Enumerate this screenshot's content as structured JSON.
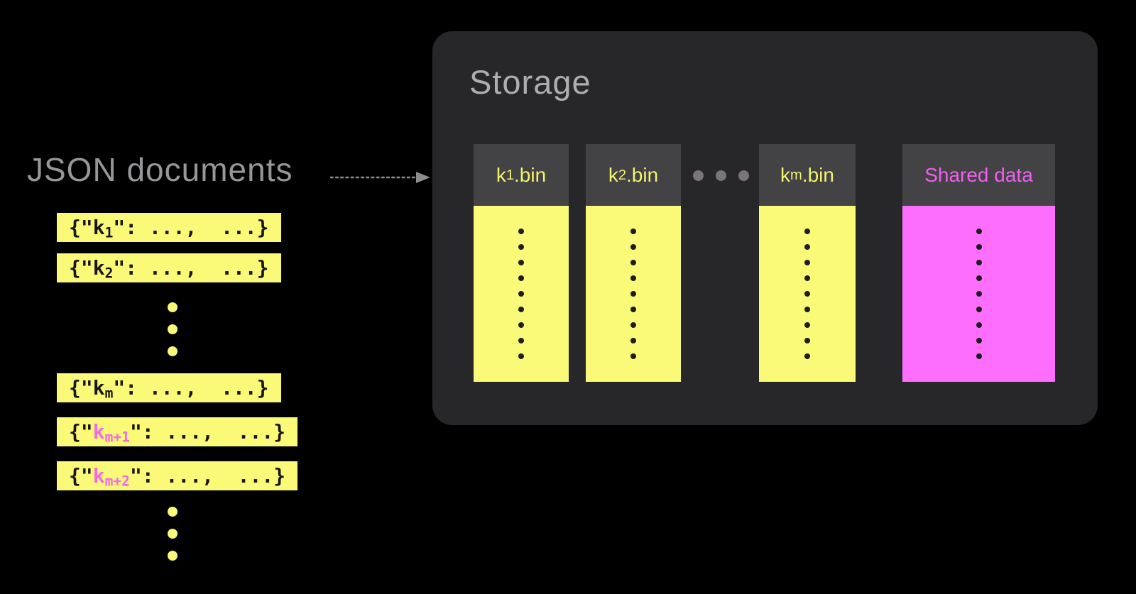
{
  "left": {
    "title": "JSON documents",
    "rows": [
      {
        "type": "doc",
        "pre": "{\"",
        "key": "k",
        "sub": "1",
        "post": "\": ...,  ...}",
        "highlight": false
      },
      {
        "type": "doc",
        "pre": "{\"",
        "key": "k",
        "sub": "2",
        "post": "\": ...,  ...}",
        "highlight": false
      },
      {
        "type": "ellipsis",
        "dots": 3
      },
      {
        "type": "doc",
        "pre": "{\"",
        "key": "k",
        "sub": "m",
        "post": "\": ...,  ...}",
        "highlight": false
      },
      {
        "type": "doc",
        "pre": "{\"",
        "key": "k",
        "sub": "m+1",
        "post": "\": ...,  ...}",
        "highlight": true
      },
      {
        "type": "doc",
        "pre": "{\"",
        "key": "k",
        "sub": "m+2",
        "post": "\": ...,  ...}",
        "highlight": true
      },
      {
        "type": "ellipsis",
        "dots": 3
      }
    ]
  },
  "arrow": {
    "from": "JSON documents",
    "to": "Storage",
    "style": "dotted",
    "direction": "right"
  },
  "storage": {
    "title": "Storage",
    "columns": [
      {
        "kind": "bin",
        "base": "k",
        "sub": "1",
        "ext": ".bin",
        "record_dots": 9
      },
      {
        "kind": "bin",
        "base": "k",
        "sub": "2",
        "ext": ".bin",
        "record_dots": 9
      },
      {
        "kind": "ellipsis",
        "dots": 3
      },
      {
        "kind": "bin",
        "base": "k",
        "sub": "m",
        "ext": ".bin",
        "record_dots": 9
      },
      {
        "kind": "shared",
        "label": "Shared data",
        "record_dots": 9
      }
    ]
  },
  "colors": {
    "background": "#000000",
    "document_yellow": "#fafa78",
    "shared_magenta": "#fd6efd",
    "highlight_pink": "#f767e8",
    "shared_label_pink": "#ef5fee",
    "bin_label_yellow": "#f3f26c",
    "storage_panel": "#27272a",
    "bin_header": "#434345",
    "record_dot": "#1d1d1f",
    "separator_dot_gray": "#7b757b",
    "arrow_gray": "#8d8d8d",
    "title_gray": "#97979a",
    "storage_title_gray": "#aeaeb1"
  }
}
